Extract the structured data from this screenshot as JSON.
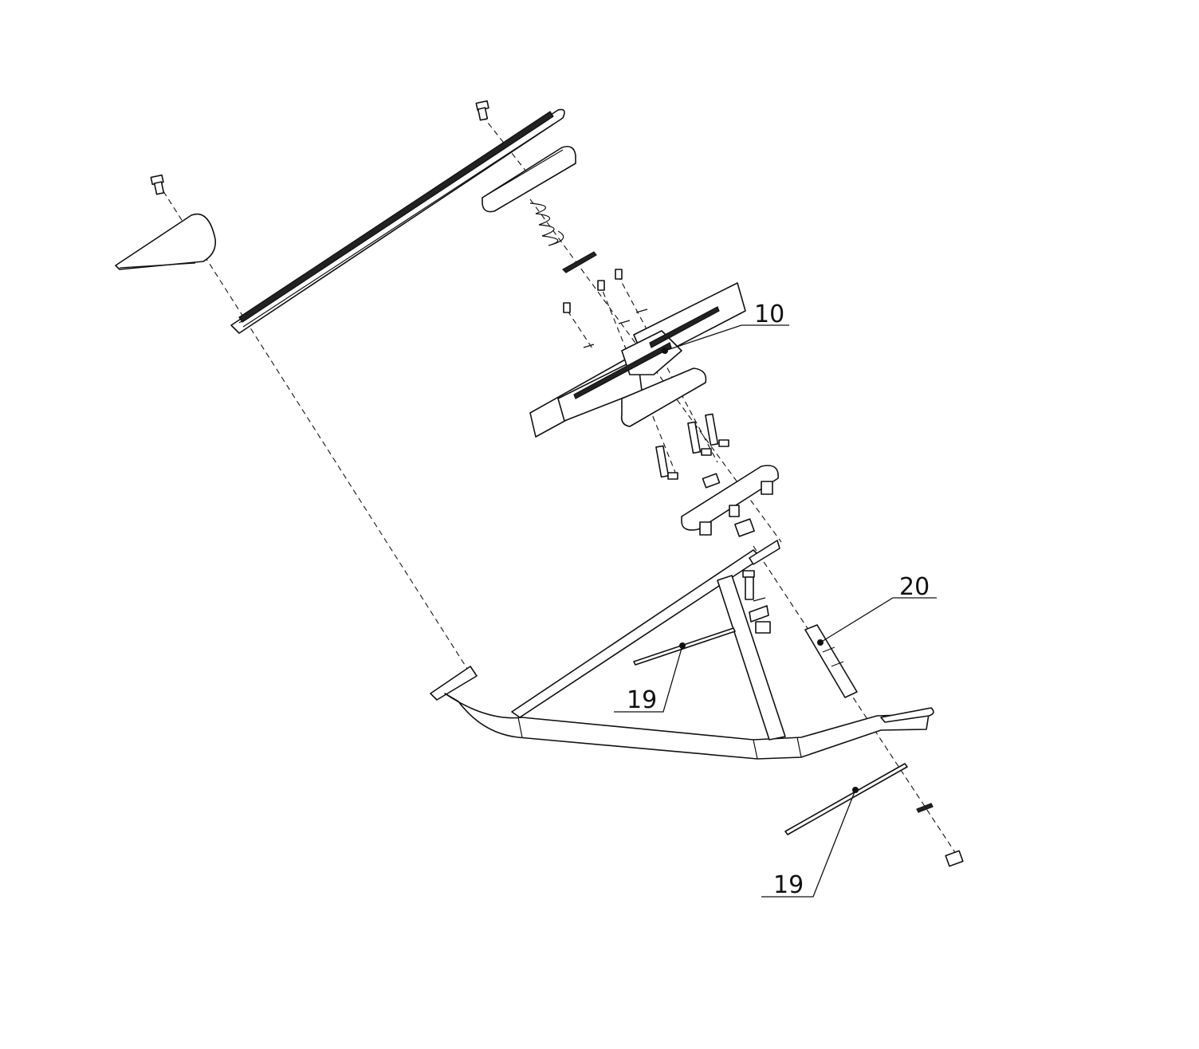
{
  "callouts": [
    {
      "id": "10",
      "label": "10"
    },
    {
      "id": "20",
      "label": "20"
    },
    {
      "id": "19a",
      "label": "19"
    },
    {
      "id": "19b",
      "label": "19"
    }
  ],
  "colors": {
    "ink": "#111111",
    "paper": "#ffffff"
  }
}
